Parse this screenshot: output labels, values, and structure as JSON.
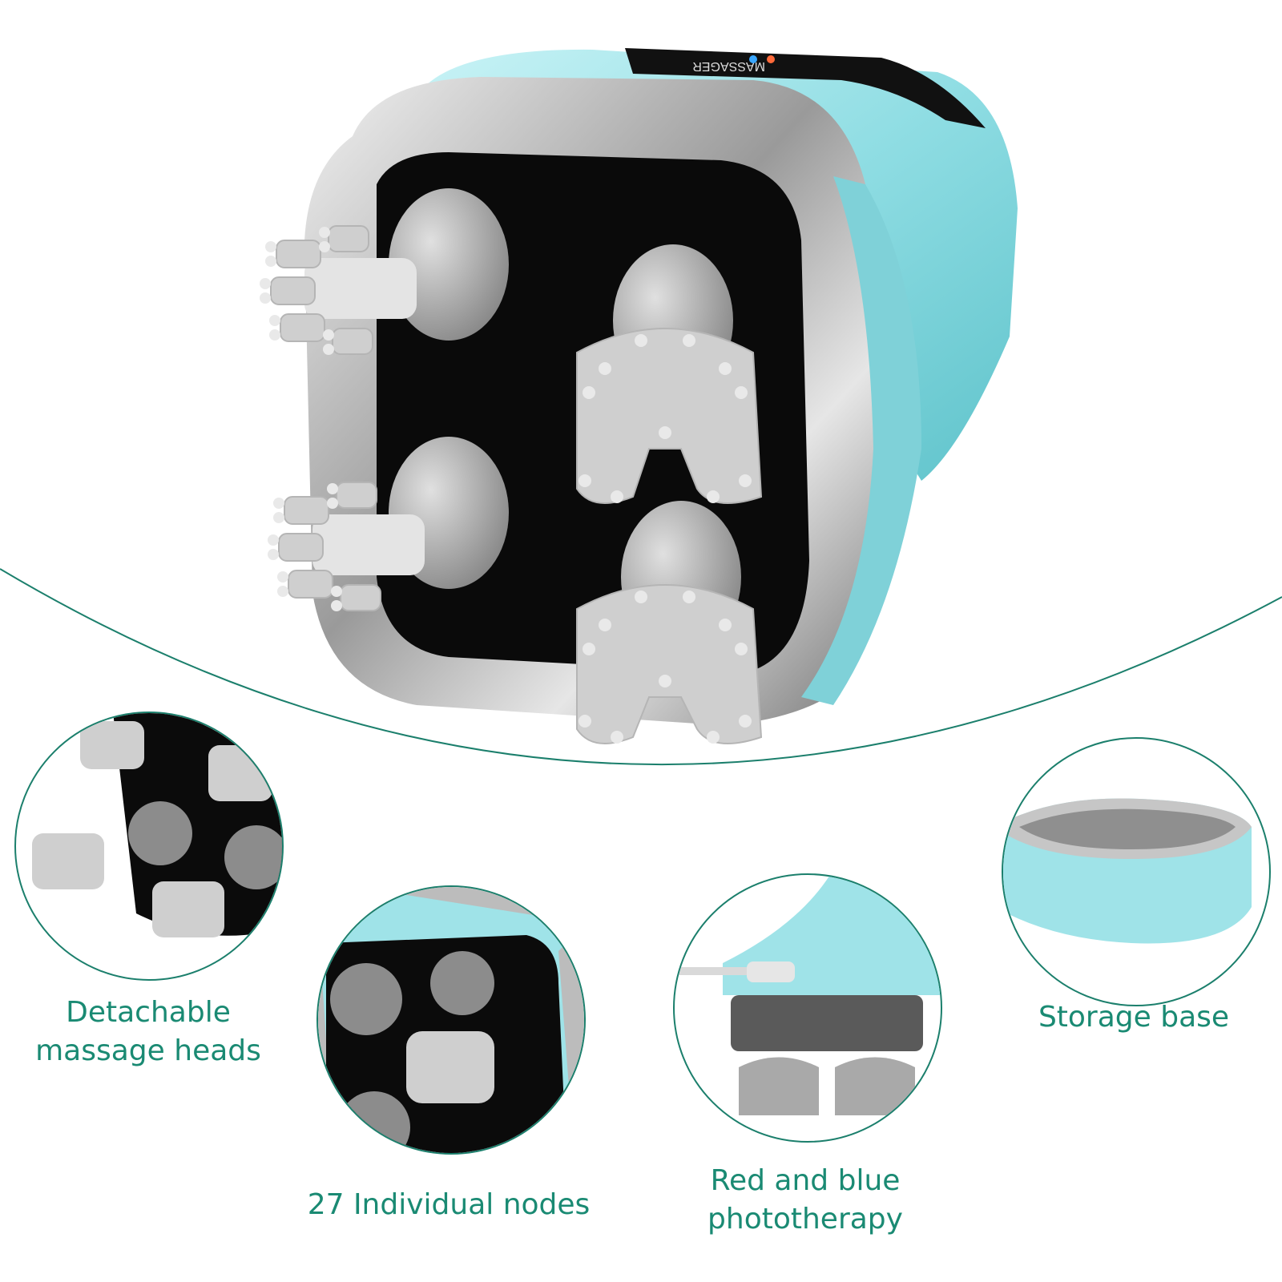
{
  "product": {
    "device_print": "MASSAGER"
  },
  "colors": {
    "accent_green": "#1a8a73",
    "device_teal": "#8fdde3",
    "device_black": "#0a0a0a",
    "head_grey": "#c9c9c9",
    "chrome": "#a8a8a8"
  },
  "features": [
    {
      "lines": [
        "Detachable",
        "massage heads"
      ]
    },
    {
      "lines": [
        "27 Individual nodes"
      ]
    },
    {
      "lines": [
        "Red and blue",
        "phototherapy"
      ]
    },
    {
      "lines": [
        "Storage base"
      ]
    }
  ]
}
